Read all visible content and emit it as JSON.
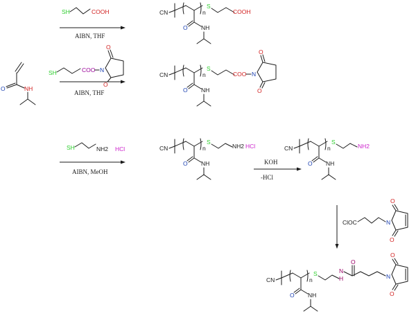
{
  "colors": {
    "black": "#1a1a1a",
    "sulfur": "#2fcf2f",
    "nitrogen": "#1a3fb0",
    "oxygen": "#d22020",
    "hcl": "#cc22cc"
  },
  "reagents": {
    "thiol_acid": {
      "sh": "SH",
      "acid": "COOH"
    },
    "thiol_nhs": {
      "sh": "SH",
      "coo": "COO",
      "n": "N",
      "o": "O",
      "o2": "O"
    },
    "cysteamine": {
      "sh": "SH",
      "nh2": "NH2",
      "hcl": "HCl"
    },
    "maleimide_acid_chloride": {
      "cloc": "ClOC",
      "n": "N",
      "o1": "O",
      "o2": "O"
    }
  },
  "conditions": {
    "r1": "AIBN, THF",
    "r2": "AIBN, THF",
    "r3": "AIBN, MeOH",
    "r4_top": "KOH",
    "r4_bottom": "-HCl"
  },
  "monomer": {
    "o": "O",
    "nh": "NH"
  },
  "polymers": {
    "common": {
      "cn": "CN",
      "n": "n",
      "s": "S",
      "o": "O",
      "nh": "NH"
    },
    "p1_end": "COOH",
    "p2_end": {
      "coo": "COO",
      "n": "N",
      "o1": "O",
      "o2": "O"
    },
    "p3_end": {
      "nh2": "NH2",
      "hcl": "HCl"
    },
    "p4_end": "NH2",
    "p5_end": {
      "n_amide": "N",
      "h": "H",
      "o_amide": "O",
      "n_mal": "N",
      "o1": "O",
      "o2": "O"
    }
  }
}
